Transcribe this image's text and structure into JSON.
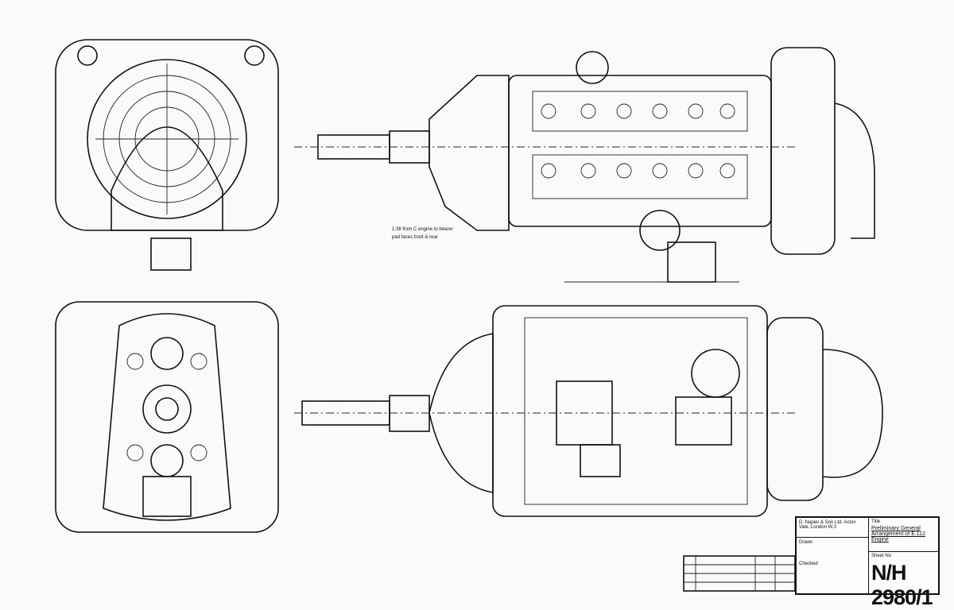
{
  "title_block": {
    "company": "D. Napier & Son Ltd. Acton Vale, London W.3",
    "title_label": "Title",
    "title": "Preliminary General Arrangement of E.112 Engine",
    "sheet_label": "Sheet No",
    "drawing_number": "N/H 2980/1",
    "drawn_label": "Drawn",
    "checked_label": "Checked"
  },
  "annotations": {
    "bearer_note_1": "1.38 from C engine to bearer",
    "bearer_note_2": "pad faces front & rear"
  }
}
